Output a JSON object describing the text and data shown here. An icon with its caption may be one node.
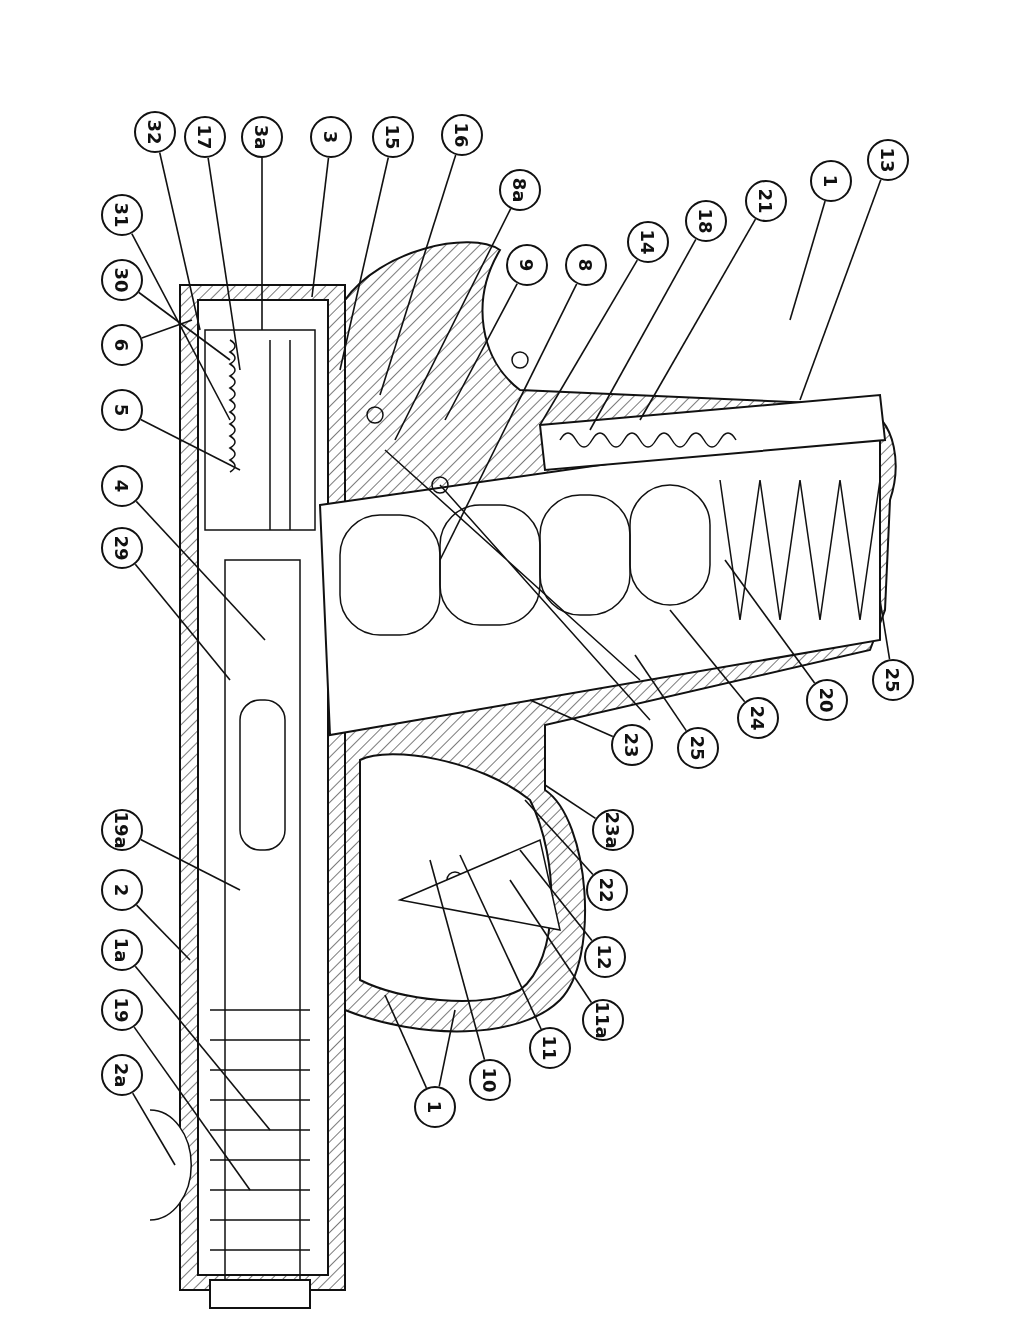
{
  "diagram": {
    "nodes": [
      {
        "text": [
          "32"
        ]
      },
      {
        "text": [
          "17"
        ]
      },
      {
        "text": [
          "3a"
        ]
      },
      {
        "text": [
          "3"
        ]
      },
      {
        "text": [
          "15"
        ]
      },
      {
        "text": [
          "16"
        ]
      },
      {
        "text": [
          "8a"
        ]
      },
      {
        "text": [
          "9"
        ]
      },
      {
        "text": [
          "8"
        ]
      },
      {
        "text": [
          "14"
        ]
      },
      {
        "text": [
          "18"
        ]
      },
      {
        "text": [
          "21"
        ]
      },
      {
        "text": [
          "1"
        ]
      },
      {
        "text": [
          "13"
        ]
      },
      {
        "text": [
          "31"
        ]
      },
      {
        "text": [
          "30"
        ]
      },
      {
        "text": [
          "6"
        ]
      },
      {
        "text": [
          "5"
        ]
      },
      {
        "text": [
          "4"
        ]
      },
      {
        "text": [
          "29"
        ]
      },
      {
        "text": [
          "19a"
        ]
      },
      {
        "text": [
          "2"
        ]
      },
      {
        "text": [
          "1a"
        ]
      },
      {
        "text": [
          "19"
        ]
      },
      {
        "text": [
          "2a"
        ]
      },
      {
        "text": [
          "1"
        ]
      },
      {
        "text": [
          "10"
        ]
      },
      {
        "text": [
          "11"
        ]
      },
      {
        "text": [
          "11a"
        ]
      },
      {
        "text": [
          "12"
        ]
      },
      {
        "text": [
          "22"
        ]
      },
      {
        "text": [
          "23a"
        ]
      },
      {
        "text": [
          "23"
        ]
      },
      {
        "text": [
          "25"
        ]
      },
      {
        "text": [
          "24"
        ]
      },
      {
        "text": [
          "20"
        ]
      },
      {
        "text": [
          "25"
        ]
      }
    ],
    "edges": [
      {
        "from": 0,
        "to": null,
        "arrow": "none"
      },
      {
        "from": 1,
        "to": null,
        "arrow": "none"
      },
      {
        "from": 2,
        "to": null,
        "arrow": "none"
      },
      {
        "from": 3,
        "to": null,
        "arrow": "none"
      },
      {
        "from": 4,
        "to": null,
        "arrow": "none"
      },
      {
        "from": 5,
        "to": null,
        "arrow": "none"
      },
      {
        "from": 6,
        "to": null,
        "arrow": "none"
      },
      {
        "from": 7,
        "to": null,
        "arrow": "none"
      },
      {
        "from": 8,
        "to": null,
        "arrow": "none"
      },
      {
        "from": 9,
        "to": null,
        "arrow": "none"
      },
      {
        "from": 10,
        "to": null,
        "arrow": "none"
      },
      {
        "from": 11,
        "to": null,
        "arrow": "none"
      },
      {
        "from": 12,
        "to": null,
        "arrow": "none"
      },
      {
        "from": 13,
        "to": null,
        "arrow": "none"
      },
      {
        "from": 14,
        "to": null,
        "arrow": "none"
      },
      {
        "from": 15,
        "to": null,
        "arrow": "none"
      },
      {
        "from": 16,
        "to": null,
        "arrow": "none"
      },
      {
        "from": 17,
        "to": null,
        "arrow": "none"
      },
      {
        "from": 18,
        "to": null,
        "arrow": "none"
      },
      {
        "from": 19,
        "to": null,
        "arrow": "none"
      },
      {
        "from": 20,
        "to": null,
        "arrow": "none"
      },
      {
        "from": 21,
        "to": null,
        "arrow": "none"
      },
      {
        "from": 22,
        "to": null,
        "arrow": "none"
      },
      {
        "from": 23,
        "to": null,
        "arrow": "none"
      },
      {
        "from": 24,
        "to": null,
        "arrow": "none"
      },
      {
        "from": 25,
        "to": null,
        "arrow": "none"
      },
      {
        "from": 25,
        "to": null,
        "arrow": "none"
      },
      {
        "from": 26,
        "to": null,
        "arrow": "none"
      },
      {
        "from": 27,
        "to": null,
        "arrow": "none"
      },
      {
        "from": 28,
        "to": null,
        "arrow": "none"
      },
      {
        "from": 29,
        "to": null,
        "arrow": "none"
      },
      {
        "from": 30,
        "to": null,
        "arrow": "none"
      },
      {
        "from": 31,
        "to": null,
        "arrow": "none"
      },
      {
        "from": 32,
        "to": null,
        "arrow": "none"
      },
      {
        "from": 33,
        "to": null,
        "arrow": "none"
      },
      {
        "from": 34,
        "to": null,
        "arrow": "none"
      },
      {
        "from": 35,
        "to": null,
        "arrow": "none"
      },
      {
        "from": 36,
        "to": null,
        "arrow": "none"
      }
    ]
  }
}
